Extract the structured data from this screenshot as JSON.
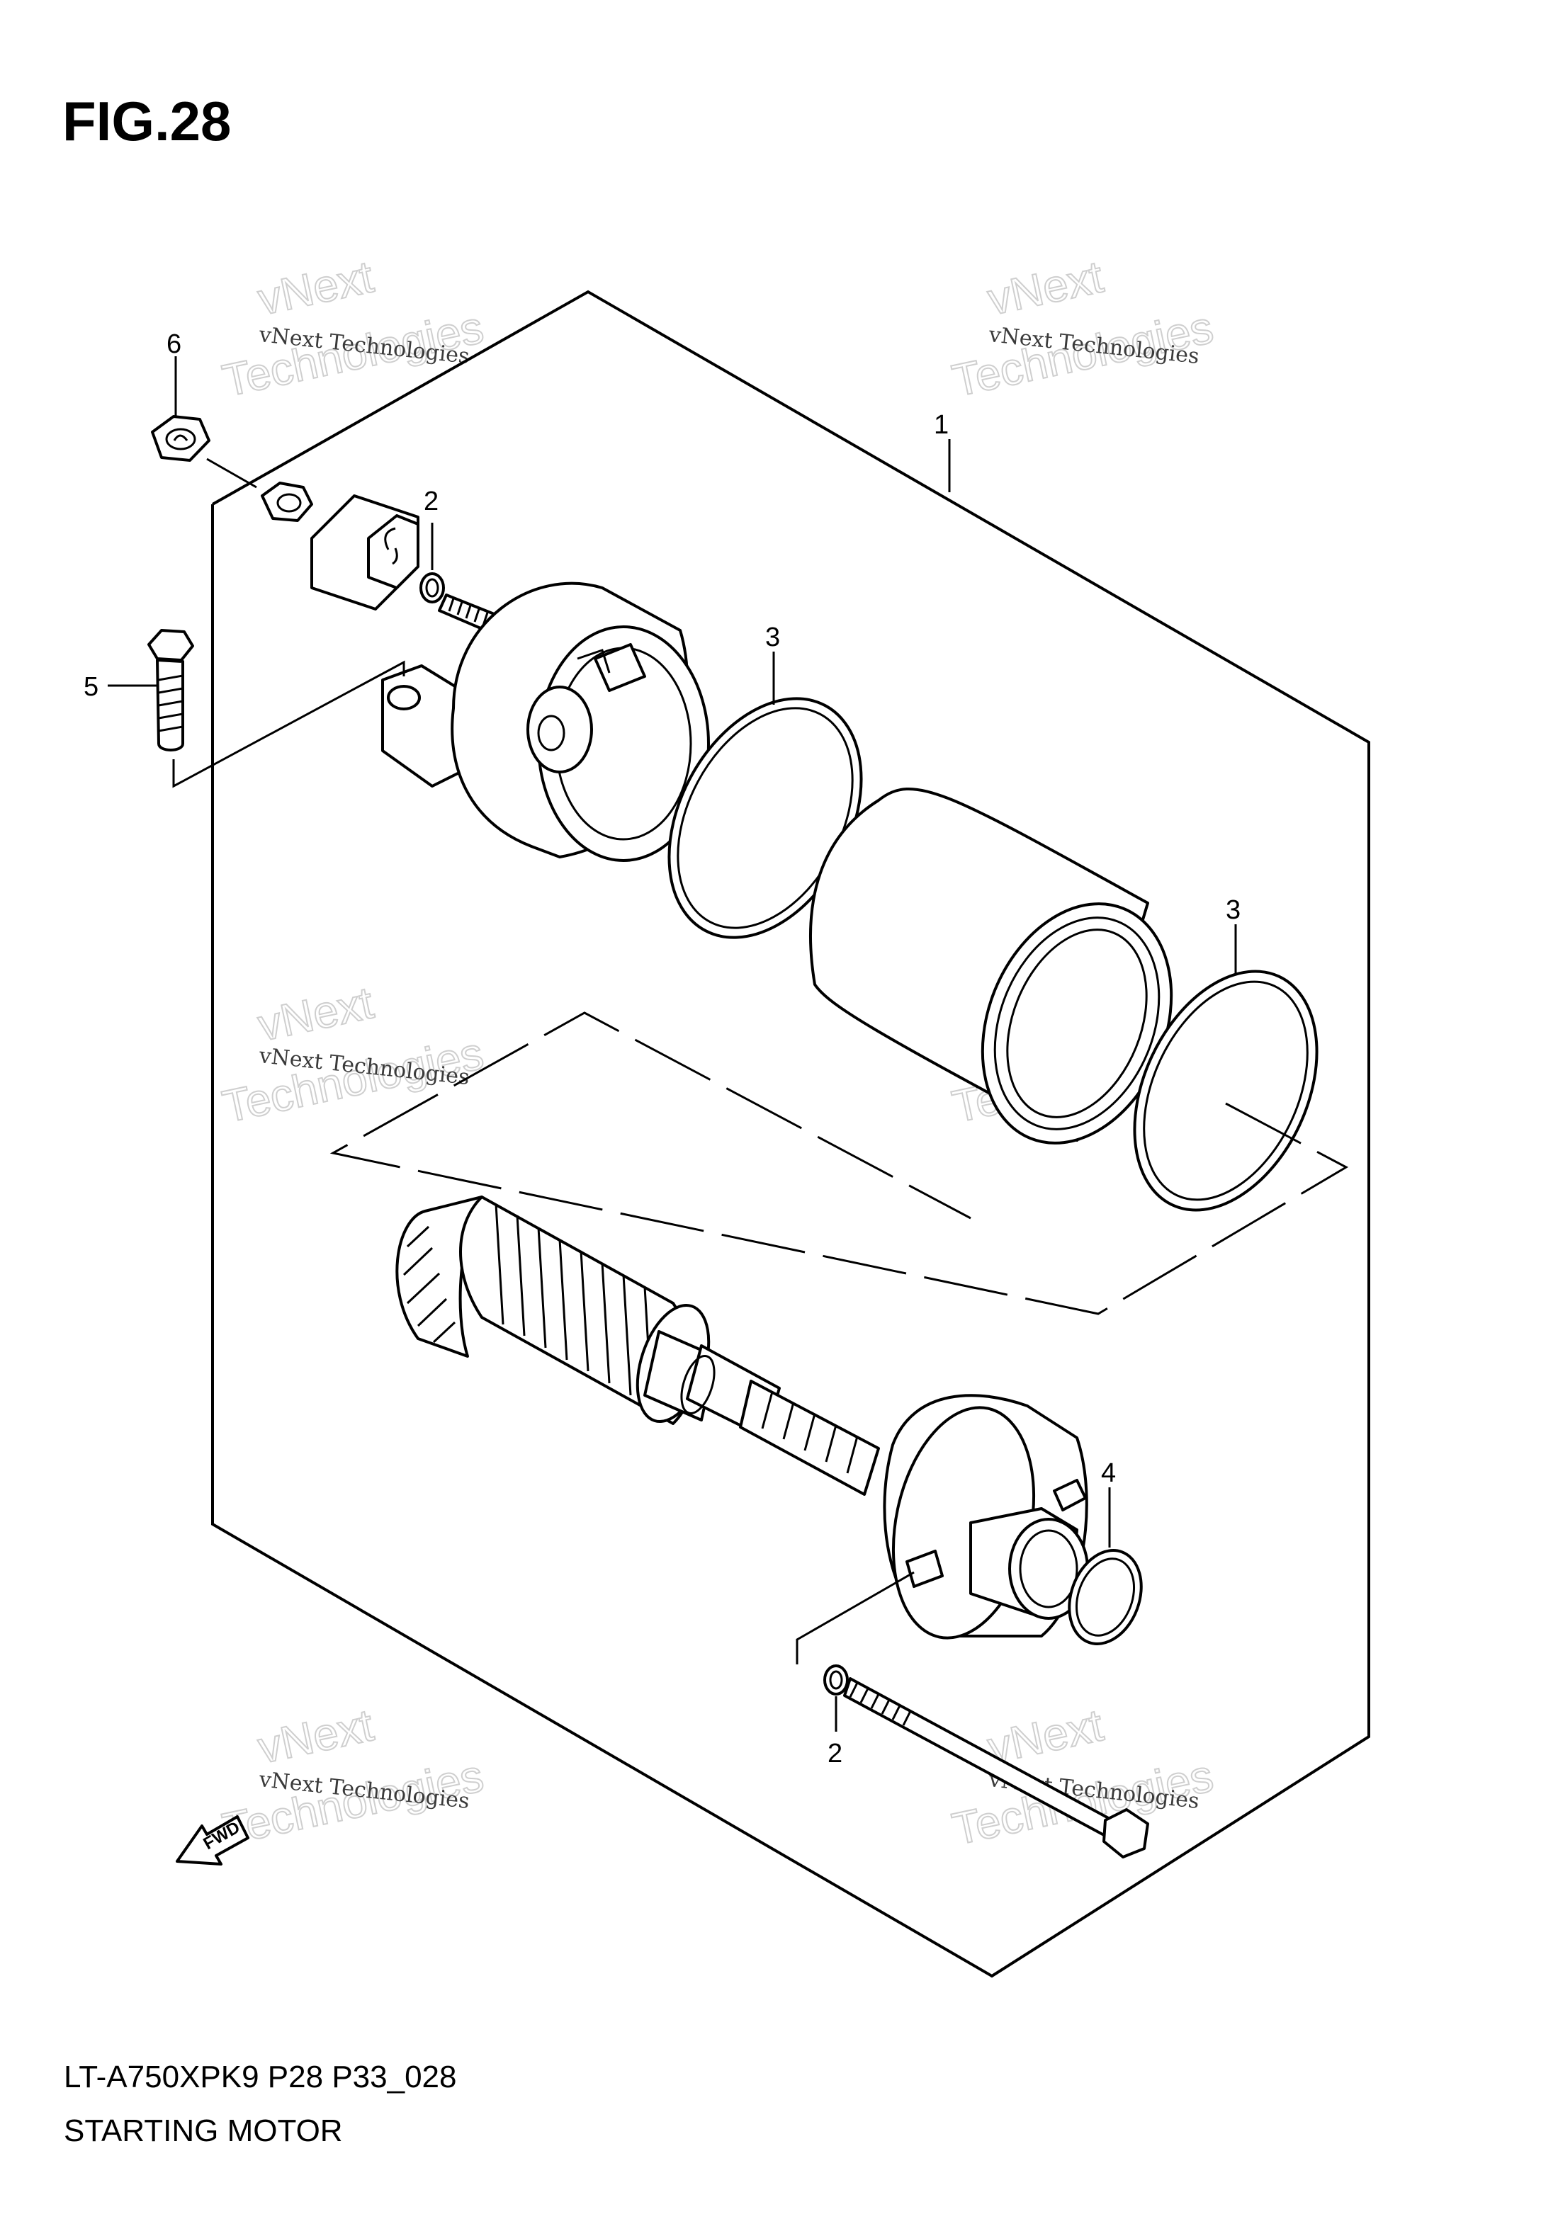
{
  "figure_label": "FIG.28",
  "model_code": "LT-A750XPK9 P28 P33_028",
  "diagram_title": "STARTING MOTOR",
  "watermark_line1": "vNext Technologies",
  "watermark_line2a": "vNext",
  "watermark_line2b": "Technologies",
  "fwd_label": "FWD",
  "callouts": {
    "c1": "1",
    "c2a": "2",
    "c2b": "2",
    "c3a": "3",
    "c3b": "3",
    "c4": "4",
    "c5": "5",
    "c6": "6"
  }
}
